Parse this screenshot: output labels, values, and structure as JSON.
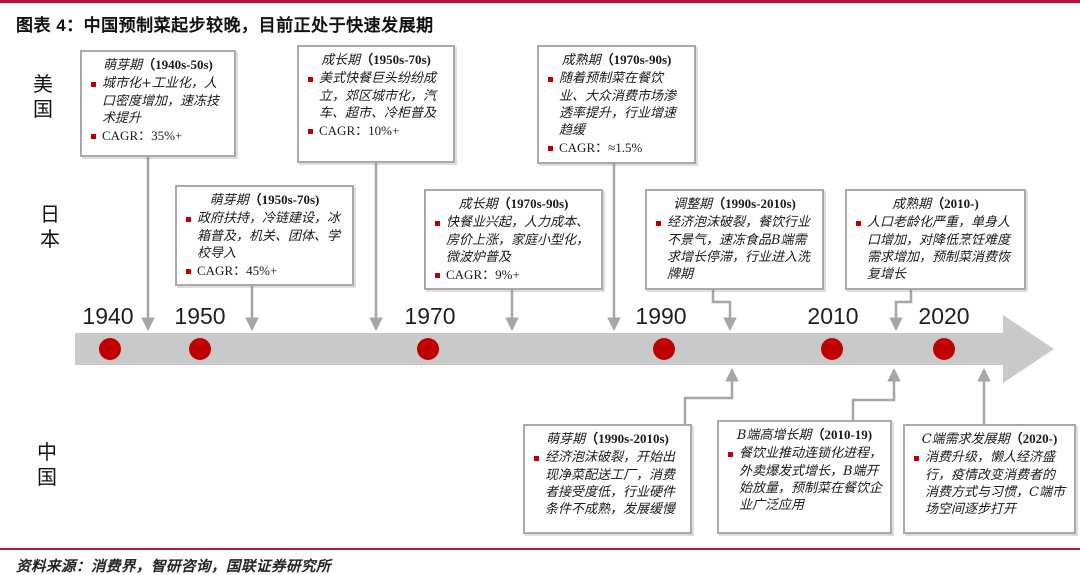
{
  "header": {
    "title": "图表 4：中国预制菜起步较晚，目前正处于快速发展期"
  },
  "footer": {
    "source": "资料来源：消费界，智研咨询，国联证券研究所"
  },
  "regions": {
    "us": "美国",
    "japan": "日本",
    "china": "中国"
  },
  "colors": {
    "accent_red": "#C00000",
    "rule_red": "#BE1234",
    "bar_gray": "#C9C9C9",
    "connector_gray": "#A6A6A6"
  },
  "timeline": {
    "years": [
      "1940",
      "1950",
      "1970",
      "1990",
      "2010",
      "2020"
    ]
  },
  "boxes": {
    "us": [
      {
        "phase": "萌芽期",
        "period": "（1940s-50s)",
        "bullets": [
          "城市化+工业化，人口密度增加，速冻技术提升",
          "CAGR：35%+"
        ]
      },
      {
        "phase": "成长期",
        "period": "（1950s-70s)",
        "bullets": [
          "美式快餐巨头纷纷成立，郊区城市化，汽车、超市、冷柜普及",
          "CAGR：10%+"
        ]
      },
      {
        "phase": "成熟期",
        "period": "（1970s-90s)",
        "bullets": [
          "随着预制菜在餐饮业、大众消费市场渗透率提升，行业增速趋缓",
          "CAGR：≈1.5%"
        ]
      }
    ],
    "japan": [
      {
        "phase": "萌芽期",
        "period": "（1950s-70s)",
        "bullets": [
          "政府扶持，冷链建设，冰箱普及，机关、团体、学校导入",
          "CAGR：45%+"
        ]
      },
      {
        "phase": "成长期",
        "period": "（1970s-90s)",
        "bullets": [
          "快餐业兴起，人力成本、房价上涨，家庭小型化，微波炉普及",
          "CAGR：9%+"
        ]
      },
      {
        "phase": "调整期",
        "period": "（1990s-2010s)",
        "bullets": [
          "经济泡沫破裂，餐饮行业不景气，速冻食品B端需求增长停滞，行业进入洗牌期"
        ]
      },
      {
        "phase": "成熟期",
        "period": "（2010-)",
        "bullets": [
          "人口老龄化严重，单身人口增加，对降低烹饪难度需求增加，预制菜消费恢复增长"
        ]
      }
    ],
    "china": [
      {
        "phase": "萌芽期",
        "period": "（1990s-2010s)",
        "bullets": [
          "经济泡沫破裂，开始出现净菜配送工厂，消费者接受度低，行业硬件条件不成熟，发展缓慢"
        ]
      },
      {
        "phase": "B端高增长期",
        "period": "（2010-19)",
        "bullets": [
          "餐饮业推动连锁化进程，外卖爆发式增长，B端开始放量，预制菜在餐饮企业广泛应用"
        ]
      },
      {
        "phase": "C端需求发展期",
        "period": "（2020-)",
        "bullets": [
          "消费升级，懒人经济盛行，疫情改变消费者的消费方式与习惯，C端市场空间逐步打开"
        ]
      }
    ]
  }
}
